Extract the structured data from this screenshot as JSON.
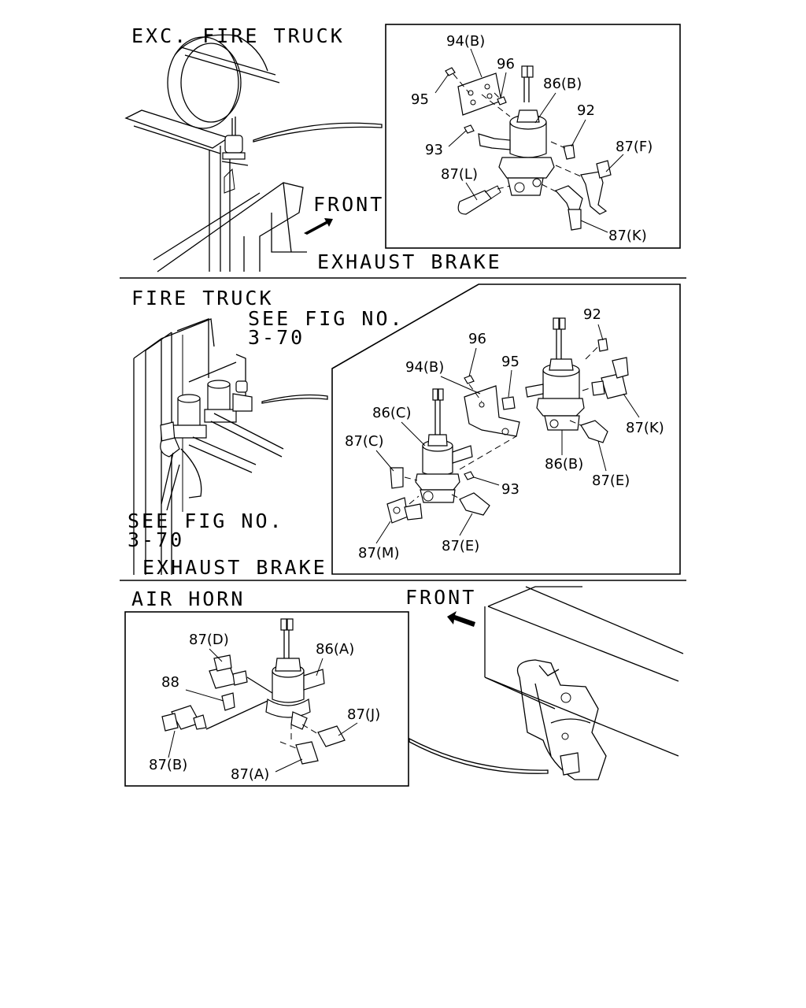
{
  "sections": [
    {
      "heading": "EXC. FIRE TRUCK",
      "front_label": "FRONT",
      "caption": "EXHAUST BRAKE",
      "parts": [
        "94(B)",
        "96",
        "95",
        "86(B)",
        "92",
        "93",
        "87(F)",
        "87(L)",
        "87(K)"
      ]
    },
    {
      "heading": "FIRE TRUCK",
      "see_fig_top_1": "SEE FIG NO.",
      "see_fig_top_2": "3-70",
      "see_fig_bottom_1": "SEE FIG NO.",
      "see_fig_bottom_2": "3-70",
      "caption": "EXHAUST BRAKE",
      "parts": [
        "92",
        "96",
        "95",
        "94(B)",
        "86(C)",
        "87(K)",
        "87(C)",
        "86(B)",
        "87(E)",
        "93",
        "87(M)",
        "87(E)"
      ]
    },
    {
      "heading": "AIR HORN",
      "front_label": "FRONT",
      "parts": [
        "87(D)",
        "86(A)",
        "88",
        "87(J)",
        "87(B)",
        "87(A)"
      ]
    }
  ]
}
